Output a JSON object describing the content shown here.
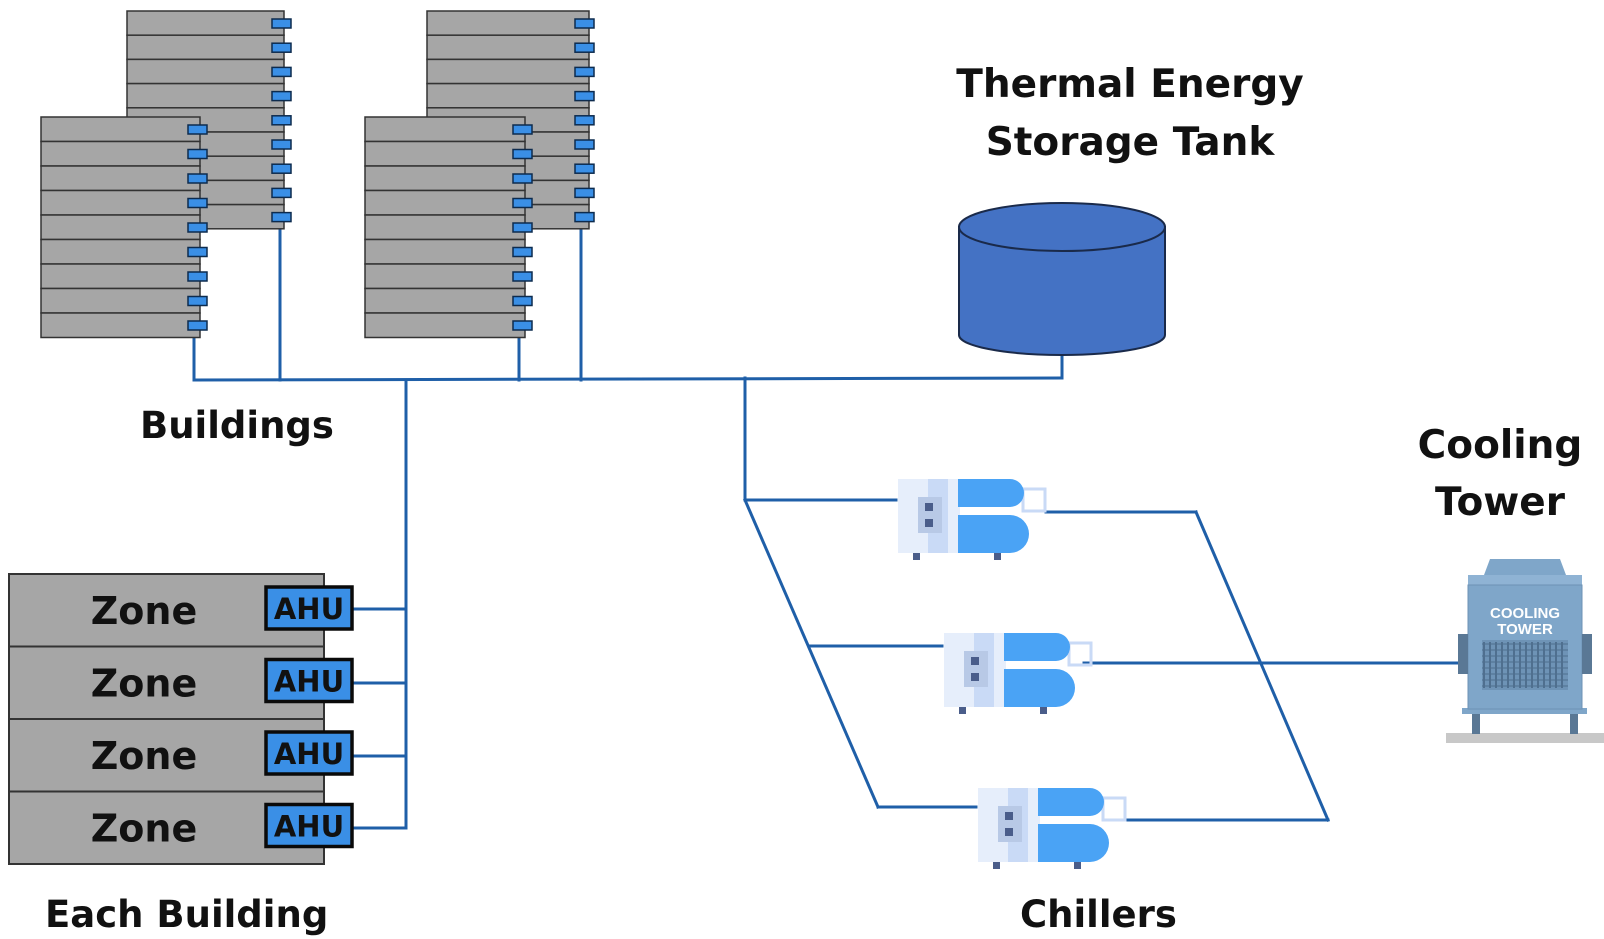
{
  "labels": {
    "buildings": "Buildings",
    "each_building": "Each Building",
    "tank_line1": "Thermal Energy",
    "tank_line2": "Storage Tank",
    "cooling_line1": "Cooling",
    "cooling_line2": "Tower",
    "chillers": "Chillers"
  },
  "each_building": {
    "zones": [
      {
        "zone": "Zone",
        "ahu": "AHU"
      },
      {
        "zone": "Zone",
        "ahu": "AHU"
      },
      {
        "zone": "Zone",
        "ahu": "AHU"
      },
      {
        "zone": "Zone",
        "ahu": "AHU"
      }
    ]
  },
  "cooling_tower": {
    "sign_line1": "COOLING",
    "sign_line2": "TOWER"
  },
  "colors": {
    "pipe": "#1f5fa8",
    "floor": "#a6a6a6",
    "floor_edge": "#333333",
    "valve": "#3a8fe6",
    "tank": "#4472c4",
    "tank_edge": "#1a2a4a",
    "ahu_fill": "#3a8fe6",
    "chiller_blue": "#4aa3f5",
    "chiller_light": "#e6eefb",
    "tower_blue": "#7fa6c9"
  },
  "icons": {
    "buildings": "building-stack-icon",
    "tank": "storage-tank-icon",
    "chiller": "chiller-icon",
    "tower": "cooling-tower-icon"
  }
}
